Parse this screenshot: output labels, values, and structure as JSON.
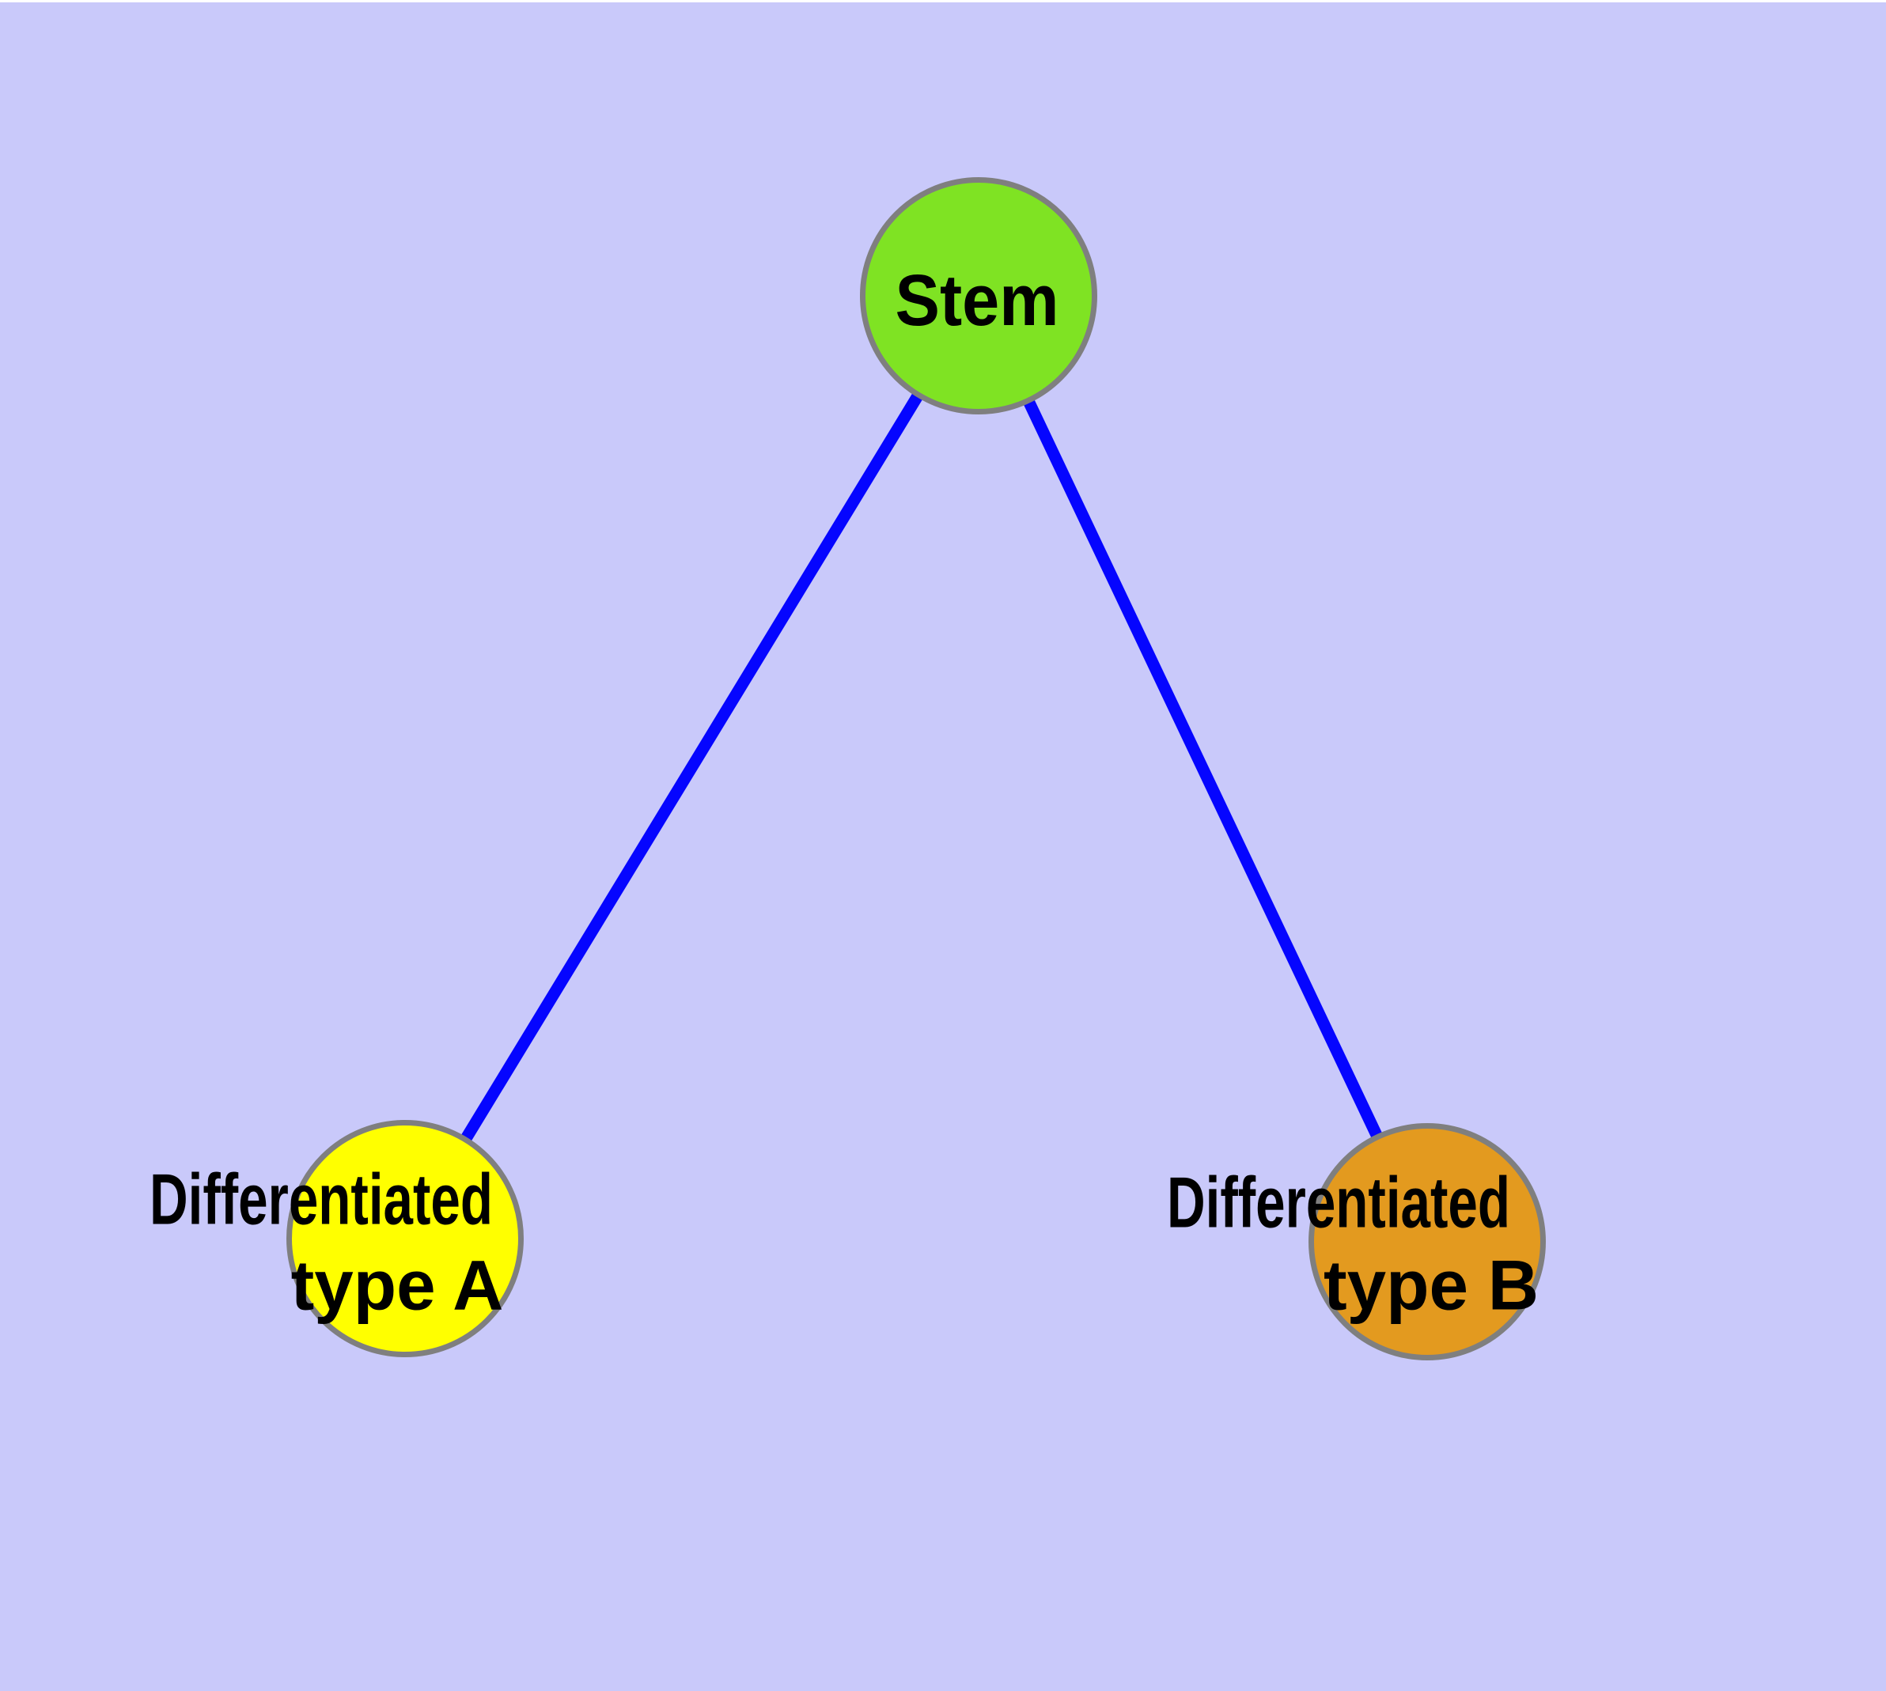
{
  "diagram": {
    "type": "graph",
    "background_color": "#C9C9FA",
    "top_margin_color": "#FFFFFF",
    "edge_color": "#0505FF",
    "node_border_color": "#7F7F7F",
    "text_color": "#000000",
    "nodes": [
      {
        "id": "stem",
        "label": "Stem",
        "lines": [
          "Stem"
        ],
        "fill": "#7FE323"
      },
      {
        "id": "differentiated-type-a",
        "label": "Differentiated type A",
        "lines": [
          "Differentiated",
          "type A"
        ],
        "fill": "#FFFF00"
      },
      {
        "id": "differentiated-type-b",
        "label": "Differentiated type B",
        "lines": [
          "Differentiated",
          "type B"
        ],
        "fill": "#E39A1F"
      }
    ],
    "edges": [
      {
        "from": "Stem",
        "to": "Differentiated type A"
      },
      {
        "from": "Stem",
        "to": "Differentiated type B"
      }
    ]
  }
}
